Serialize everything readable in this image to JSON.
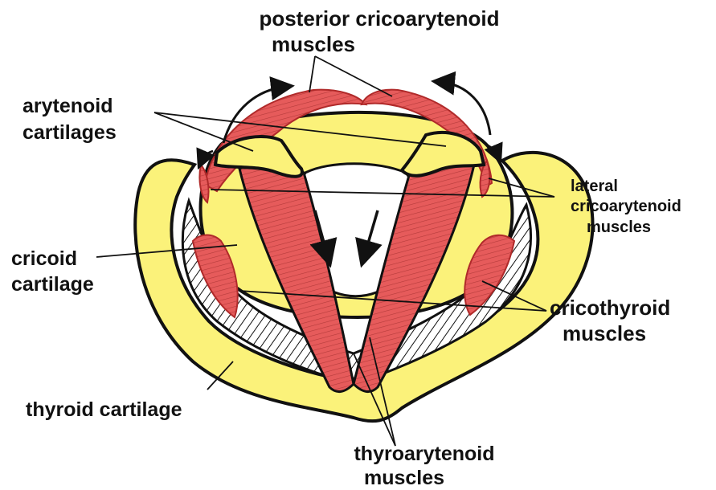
{
  "labels": {
    "posterior_line1": "posterior cricoarytenoid",
    "posterior_line2": "muscles",
    "arytenoid_line1": "arytenoid",
    "arytenoid_line2": "cartilages",
    "lateral_line1": "lateral",
    "lateral_line2": "cricoarytenoid",
    "lateral_line3": "muscles",
    "cricoid_line1": "cricoid",
    "cricoid_line2": "cartilage",
    "cricothyroid_line1": "cricothyroid",
    "cricothyroid_line2": "muscles",
    "thyroid": "thyroid cartilage",
    "thyroarytenoid_line1": "thyroarytenoid",
    "thyroarytenoid_line2": "muscles"
  },
  "colors": {
    "cartilage": "#fbf27a",
    "muscle": "#e65b5b",
    "muscle_stroke": "#b02a2a",
    "outline": "#111111",
    "background": "#ffffff"
  }
}
